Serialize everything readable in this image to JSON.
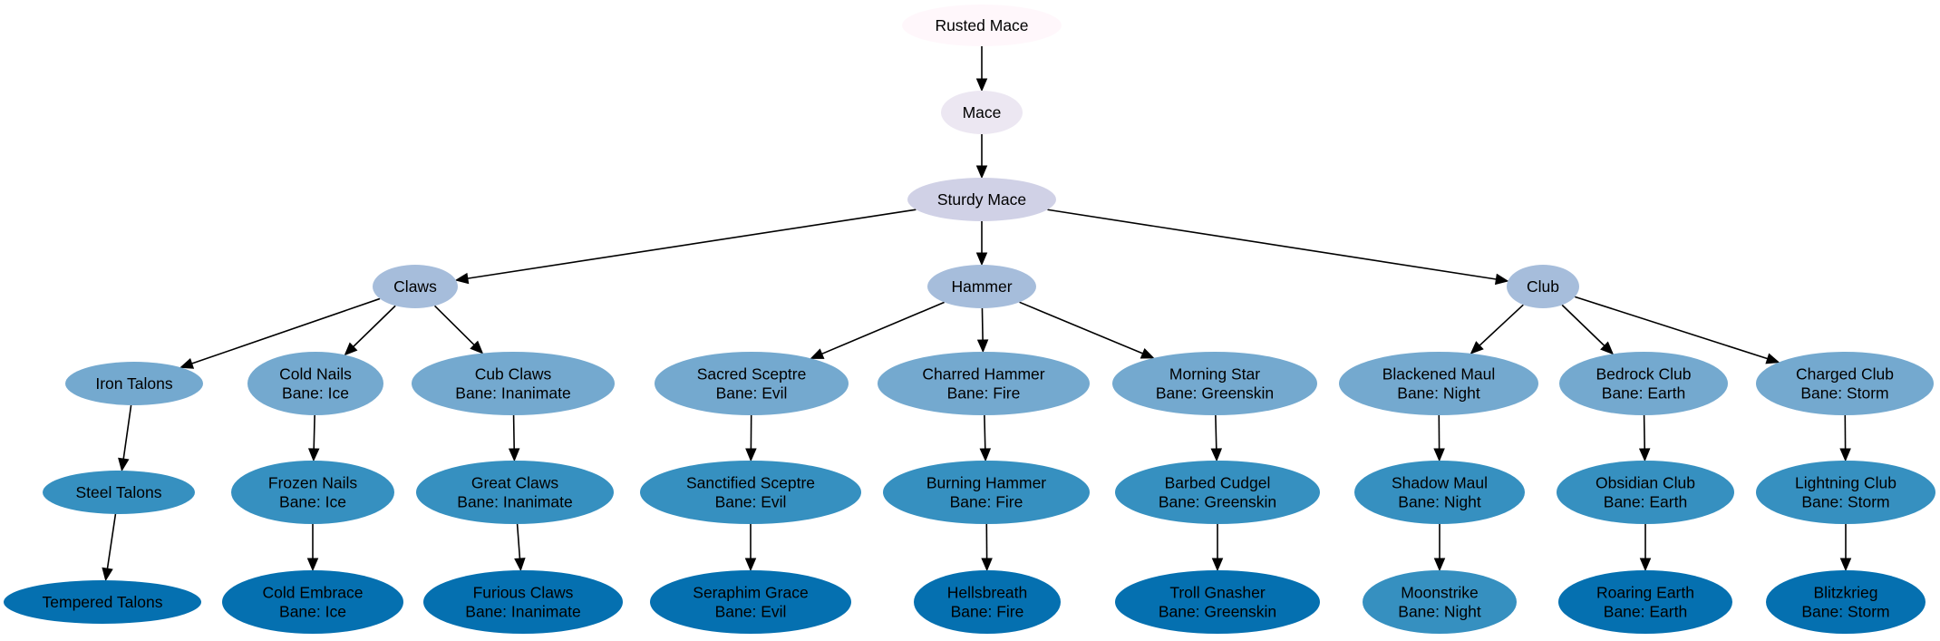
{
  "colors": {
    "level0": "#fff7fb",
    "level1": "#ece7f2",
    "level2": "#d0d1e6",
    "level3": "#a6bddb",
    "level4": "#74a9cf",
    "level5": "#3690c0",
    "level6": "#0570b0",
    "text_dark": "#000000",
    "edge": "#000000"
  },
  "nodes": [
    {
      "id": "rusted_mace",
      "level": 0,
      "lines": [
        "Rusted Mace"
      ]
    },
    {
      "id": "mace",
      "level": 1,
      "lines": [
        "Mace"
      ]
    },
    {
      "id": "sturdy_mace",
      "level": 2,
      "lines": [
        "Sturdy Mace"
      ]
    },
    {
      "id": "claws",
      "level": 3,
      "lines": [
        "Claws"
      ]
    },
    {
      "id": "hammer",
      "level": 3,
      "lines": [
        "Hammer"
      ]
    },
    {
      "id": "club",
      "level": 3,
      "lines": [
        "Club"
      ]
    },
    {
      "id": "iron_talons",
      "level": 4,
      "lines": [
        "Iron Talons"
      ]
    },
    {
      "id": "cold_nails",
      "level": 4,
      "lines": [
        "Cold Nails",
        "Bane: Ice"
      ]
    },
    {
      "id": "cub_claws",
      "level": 4,
      "lines": [
        "Cub Claws",
        "Bane: Inanimate"
      ]
    },
    {
      "id": "sacred_sceptre",
      "level": 4,
      "lines": [
        "Sacred Sceptre",
        "Bane: Evil"
      ]
    },
    {
      "id": "charred_hammer",
      "level": 4,
      "lines": [
        "Charred Hammer",
        "Bane: Fire"
      ]
    },
    {
      "id": "morning_star",
      "level": 4,
      "lines": [
        "Morning Star",
        "Bane: Greenskin"
      ]
    },
    {
      "id": "blackened_maul",
      "level": 4,
      "lines": [
        "Blackened Maul",
        "Bane: Night"
      ]
    },
    {
      "id": "bedrock_club",
      "level": 4,
      "lines": [
        "Bedrock Club",
        "Bane: Earth"
      ]
    },
    {
      "id": "charged_club",
      "level": 4,
      "lines": [
        "Charged Club",
        "Bane: Storm"
      ]
    },
    {
      "id": "steel_talons",
      "level": 5,
      "lines": [
        "Steel Talons"
      ]
    },
    {
      "id": "frozen_nails",
      "level": 5,
      "lines": [
        "Frozen Nails",
        "Bane: Ice"
      ]
    },
    {
      "id": "great_claws",
      "level": 5,
      "lines": [
        "Great Claws",
        "Bane: Inanimate"
      ]
    },
    {
      "id": "sanctified_sceptre",
      "level": 5,
      "lines": [
        "Sanctified Sceptre",
        "Bane: Evil"
      ]
    },
    {
      "id": "burning_hammer",
      "level": 5,
      "lines": [
        "Burning Hammer",
        "Bane: Fire"
      ]
    },
    {
      "id": "barbed_cudgel",
      "level": 5,
      "lines": [
        "Barbed Cudgel",
        "Bane: Greenskin"
      ]
    },
    {
      "id": "shadow_maul",
      "level": 5,
      "lines": [
        "Shadow Maul",
        "Bane: Night"
      ]
    },
    {
      "id": "obsidian_club",
      "level": 5,
      "lines": [
        "Obsidian Club",
        "Bane: Earth"
      ]
    },
    {
      "id": "lightning_club",
      "level": 5,
      "lines": [
        "Lightning Club",
        "Bane: Storm"
      ]
    },
    {
      "id": "tempered_talons",
      "level": 6,
      "lines": [
        "Tempered Talons"
      ]
    },
    {
      "id": "cold_embrace",
      "level": 6,
      "lines": [
        "Cold Embrace",
        "Bane: Ice"
      ]
    },
    {
      "id": "furious_claws",
      "level": 6,
      "lines": [
        "Furious Claws",
        "Bane: Inanimate"
      ]
    },
    {
      "id": "seraphim_grace",
      "level": 6,
      "lines": [
        "Seraphim Grace",
        "Bane: Evil"
      ]
    },
    {
      "id": "hellsbreath",
      "level": 6,
      "lines": [
        "Hellsbreath",
        "Bane: Fire"
      ]
    },
    {
      "id": "troll_gnasher",
      "level": 6,
      "lines": [
        "Troll Gnasher",
        "Bane: Greenskin"
      ]
    },
    {
      "id": "moonstrike",
      "level": 5,
      "lines": [
        "Moonstrike",
        "Bane: Night"
      ]
    },
    {
      "id": "roaring_earth",
      "level": 6,
      "lines": [
        "Roaring Earth",
        "Bane: Earth"
      ]
    },
    {
      "id": "blitzkrieg",
      "level": 6,
      "lines": [
        "Blitzkrieg",
        "Bane: Storm"
      ]
    }
  ],
  "edges": [
    [
      "rusted_mace",
      "mace"
    ],
    [
      "mace",
      "sturdy_mace"
    ],
    [
      "sturdy_mace",
      "claws"
    ],
    [
      "sturdy_mace",
      "hammer"
    ],
    [
      "sturdy_mace",
      "club"
    ],
    [
      "claws",
      "iron_talons"
    ],
    [
      "claws",
      "cold_nails"
    ],
    [
      "claws",
      "cub_claws"
    ],
    [
      "hammer",
      "sacred_sceptre"
    ],
    [
      "hammer",
      "charred_hammer"
    ],
    [
      "hammer",
      "morning_star"
    ],
    [
      "club",
      "blackened_maul"
    ],
    [
      "club",
      "bedrock_club"
    ],
    [
      "club",
      "charged_club"
    ],
    [
      "iron_talons",
      "steel_talons"
    ],
    [
      "cold_nails",
      "frozen_nails"
    ],
    [
      "cub_claws",
      "great_claws"
    ],
    [
      "sacred_sceptre",
      "sanctified_sceptre"
    ],
    [
      "charred_hammer",
      "burning_hammer"
    ],
    [
      "morning_star",
      "barbed_cudgel"
    ],
    [
      "blackened_maul",
      "shadow_maul"
    ],
    [
      "bedrock_club",
      "obsidian_club"
    ],
    [
      "charged_club",
      "lightning_club"
    ],
    [
      "steel_talons",
      "tempered_talons"
    ],
    [
      "frozen_nails",
      "cold_embrace"
    ],
    [
      "great_claws",
      "furious_claws"
    ],
    [
      "sanctified_sceptre",
      "seraphim_grace"
    ],
    [
      "burning_hammer",
      "hellsbreath"
    ],
    [
      "barbed_cudgel",
      "troll_gnasher"
    ],
    [
      "shadow_maul",
      "moonstrike"
    ],
    [
      "obsidian_club",
      "roaring_earth"
    ],
    [
      "lightning_club",
      "blitzkrieg"
    ]
  ]
}
